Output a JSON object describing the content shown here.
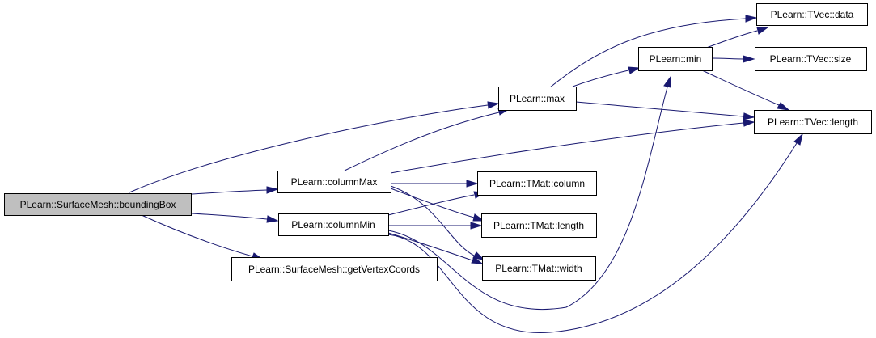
{
  "colors": {
    "edge": "#191970",
    "node_fill": "#ffffff",
    "root_fill": "#bfbfbf",
    "border": "#000000"
  },
  "nodes": {
    "boundingBox": "PLearn::SurfaceMesh::boundingBox",
    "columnMax": "PLearn::columnMax",
    "columnMin": "PLearn::columnMin",
    "getVertexCoords": "PLearn::SurfaceMesh::getVertexCoords",
    "max": "PLearn::max",
    "min": "PLearn::min",
    "tmat_column": "PLearn::TMat::column",
    "tmat_length": "PLearn::TMat::length",
    "tmat_width": "PLearn::TMat::width",
    "tvec_data": "PLearn::TVec::data",
    "tvec_size": "PLearn::TVec::size",
    "tvec_length": "PLearn::TVec::length"
  },
  "edges": [
    {
      "from": "boundingBox",
      "to": "max"
    },
    {
      "from": "boundingBox",
      "to": "columnMax"
    },
    {
      "from": "boundingBox",
      "to": "columnMin"
    },
    {
      "from": "boundingBox",
      "to": "getVertexCoords"
    },
    {
      "from": "max",
      "to": "min"
    },
    {
      "from": "max",
      "to": "tvec_data"
    },
    {
      "from": "max",
      "to": "tvec_length"
    },
    {
      "from": "min",
      "to": "tvec_data"
    },
    {
      "from": "min",
      "to": "tvec_size"
    },
    {
      "from": "min",
      "to": "tvec_length"
    },
    {
      "from": "columnMax",
      "to": "max"
    },
    {
      "from": "columnMax",
      "to": "tvec_length"
    },
    {
      "from": "columnMax",
      "to": "tmat_column"
    },
    {
      "from": "columnMax",
      "to": "tmat_length"
    },
    {
      "from": "columnMax",
      "to": "tmat_width"
    },
    {
      "from": "columnMin",
      "to": "tmat_column"
    },
    {
      "from": "columnMin",
      "to": "tmat_length"
    },
    {
      "from": "columnMin",
      "to": "tmat_width"
    },
    {
      "from": "columnMin",
      "to": "min"
    },
    {
      "from": "columnMin",
      "to": "tvec_length"
    }
  ]
}
